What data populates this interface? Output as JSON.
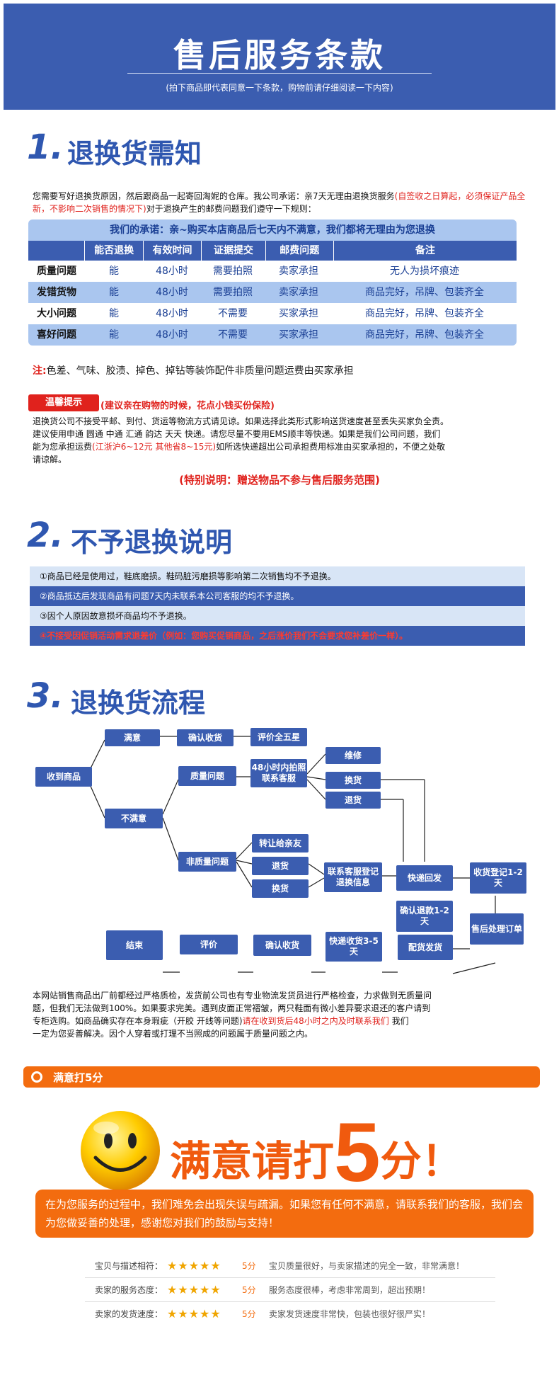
{
  "header": {
    "title": "售后服务条款",
    "subtitle": "(拍下商品即代表同意一下条款，购物前请仔细阅读一下内容)"
  },
  "section1": {
    "num": "1.",
    "title": "退换货需知",
    "intro_a": "您需要写好退换货原因，然后跟商品一起寄回淘妮的仓库。我公司承诺：亲7天无理由退换货服务",
    "intro_b_red": "(自签收之日算起，必须保证产品全新，不影响二次销售的情况下)",
    "intro_c": "对于退换产生的邮费问题我们遵守一下规则：",
    "promise": "我们的承诺：亲~购买本店商品后七天内不满意，我们都将无理由为您退换",
    "headers": [
      "",
      "能否退换",
      "有效时间",
      "证据提交",
      "邮费问题",
      "备注"
    ],
    "rows": [
      [
        "质量问题",
        "能",
        "48小时",
        "需要拍照",
        "卖家承担",
        "无人为损坏痕迹"
      ],
      [
        "发错货物",
        "能",
        "48小时",
        "需要拍照",
        "卖家承担",
        "商品完好，吊牌、包装齐全"
      ],
      [
        "大小问题",
        "能",
        "48小时",
        "不需要",
        "买家承担",
        "商品完好，吊牌、包装齐全"
      ],
      [
        "喜好问题",
        "能",
        "48小时",
        "不需要",
        "买家承担",
        "商品完好，吊牌、包装齐全"
      ]
    ],
    "note_prefix": "注:",
    "note": "色差、气味、胶渍、掉色、掉钻等装饰配件非质量问题运费由买家承担",
    "tip_label": "温馨提示",
    "tip_red": "(建议亲在购物的时候，花点小钱买份保险)",
    "p1": "退换货公司不接受平邮、到付、货运等物流方式请见谅。如果选择此类形式影响送货速度甚至丢失买家负全责。",
    "p2": "建议使用申通 圆通 中通 汇通 韵达 天天 快递。请您尽量不要用EMS顺丰等快递。如果是我们公司问题，我们",
    "p3a": "能为您承担运费",
    "p3b": "(江浙沪6~12元 其他省8~15元)",
    "p3c": "如所选快递超出公司承担费用标准由买家承担的，不便之处敬",
    "p4": "请谅解。",
    "special": "(特别说明：赠送物品不参与售后服务范围)"
  },
  "section2": {
    "num": "2.",
    "title": "不予退换说明",
    "items": [
      "①商品已经是使用过，鞋底磨损。鞋码脏污磨损等影响第二次销售均不予退换。",
      "②商品抵达后发现商品有问题7天内未联系本公司客服的均不予退换。",
      "③因个人原因故意损坏商品均不予退换。",
      "④不接受因促销活动需求退差价（例如：您购买促销商品，之后涨价我们不会要求您补差价一样）。"
    ]
  },
  "section3": {
    "num": "3.",
    "title": "退换货流程",
    "flow": {
      "receive": "收到商品",
      "satisfied": "满意",
      "confirm_receipt": "确认收货",
      "five_star": "评价全五星",
      "unsatisfied": "不满意",
      "quality": "质量问题",
      "photo_48": "48小时内拍照联系客服",
      "repair": "维修",
      "exchange": "换货",
      "return": "退货",
      "non_quality": "非质量问题",
      "transfer": "转让给亲友",
      "return2": "退货",
      "exchange2": "换货",
      "contact": "联系客服登记退换信息",
      "send_back": "快递回发",
      "receive_reg": "收货登记1-2天",
      "confirm_refund": "确认退款1-2天",
      "process": "售后处理订单",
      "ship": "配货发货",
      "express": "快递收货3-5天",
      "confirm2": "确认收货",
      "evaluate": "评价",
      "end": "结束"
    },
    "p1": "本网站销售商品出厂前都经过严格质检，发货前公司也有专业物流发货员进行严格检查，力求做到无质量问",
    "p2": "题，但我们无法做到100%。如果要求完美。遇到皮面正常褶皱，两只鞋面有微小差异要求退还的客户请到",
    "p3a": "专柜选购。如商品确实存在本身瑕疵（开胶 开线等问题)",
    "p3b": "请在收到货后48小时之内及时联系我们",
    "p3c": "我们",
    "p4": "一定为您妥善解决。因个人穿着或打理不当照成的问题属于质量问题之内。"
  },
  "satisfaction": {
    "bar_label": "满意打5分",
    "big_a": "满意请打",
    "big_b": "5",
    "big_c": "分！",
    "message": "在为您服务的过程中，我们难免会出现失误与疏漏。如果您有任何不满意，请联系我们的客服，我们会为您做妥善的处理，感谢您对我们的鼓励与支持！",
    "ratings": [
      {
        "label": "宝贝与描述相符：",
        "stars": "★★★★★",
        "score": "5分",
        "desc": "宝贝质量很好，与卖家描述的完全一致，非常满意！"
      },
      {
        "label": "卖家的服务态度：",
        "stars": "★★★★★",
        "score": "5分",
        "desc": "服务态度很棒，考虑非常周到，超出预期！"
      },
      {
        "label": "卖家的发货速度：",
        "stars": "★★★★★",
        "score": "5分",
        "desc": "卖家发货速度非常快，包装也很好很严实！"
      }
    ]
  },
  "colors": {
    "blue": "#3b5db0",
    "light_blue": "#aac6ef",
    "red": "#e0221d",
    "orange": "#f36c0f"
  }
}
